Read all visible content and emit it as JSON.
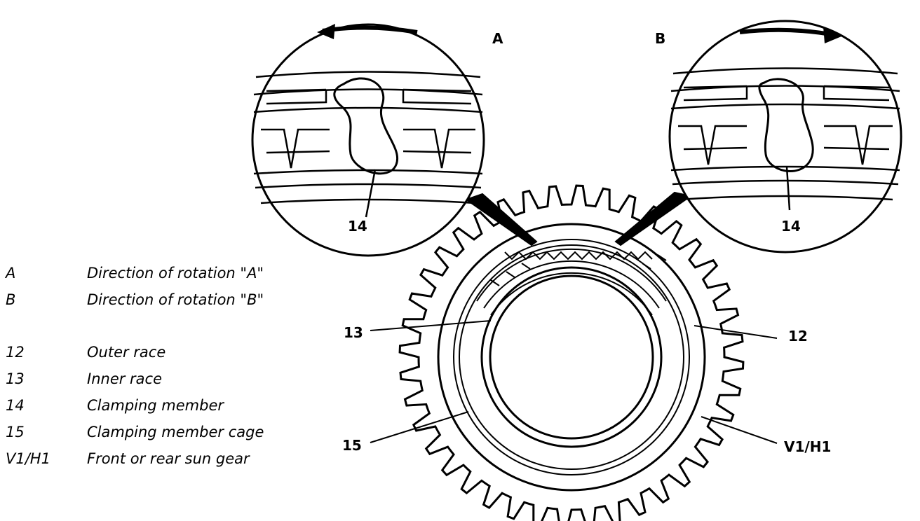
{
  "legend": [
    {
      "code": "A",
      "description": "Direction of rotation \"A\""
    },
    {
      "code": "B",
      "description": "Direction of rotation \"B\""
    },
    {
      "code": "12",
      "description": "Outer race"
    },
    {
      "code": "13",
      "description": "Inner race"
    },
    {
      "code": "14",
      "description": "Clamping member"
    },
    {
      "code": "15",
      "description": "Clamping member cage"
    },
    {
      "code": "V1/H1",
      "description": "Front or rear sun gear"
    }
  ],
  "callouts": {
    "detail_a": "A",
    "detail_b": "B",
    "clamp_a": "14",
    "clamp_b": "14",
    "inner_race": "13",
    "outer_race": "12",
    "cage": "15",
    "sun_gear": "V1/H1"
  },
  "colors": {
    "ink": "#000000",
    "background": "#ffffff"
  }
}
